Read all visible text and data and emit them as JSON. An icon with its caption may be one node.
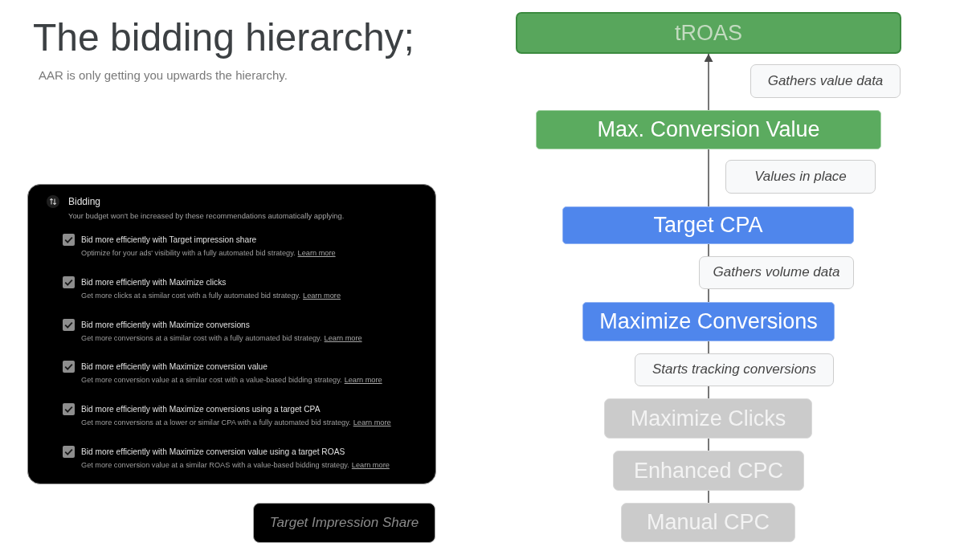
{
  "diagram": {
    "title": "The bidding hierarchy;",
    "nodes": [
      {
        "text": [
          "Bidding",
          "Your budget won't be increased by these recommendations automatically applying.",
          "Bid more efficiently with Target impression share",
          "Optimize for your ads' visibility with a fully automated bid strategy.",
          "Learn more",
          "Bid more efficiently with Maximize clicks",
          "Get more clicks at a similar cost with a fully automated bid strategy.",
          "Learn more",
          "Bid more efficiently with Maximize conversions",
          "Get more conversions at a similar cost with a fully automated bid strategy.",
          "Learn more",
          "Bid more efficiently with Maximize conversion value",
          "Get more conversion value at a similar cost with a value-based bidding strategy.",
          "Learn more",
          "Bid more efficiently with Maximize conversions using a target CPA",
          "Get more conversions at a lower or similar CPA with a fully automated bid strategy.",
          "Learn more",
          "Bid more efficiently with Maximize conversion value using a target ROAS",
          "Get more conversion value at a similar ROAS with a value-based bidding strategy.",
          "Learn more"
        ]
      },
      {
        "text": [
          "Target Impression Share"
        ]
      },
      {
        "text": [
          "tROAS"
        ]
      },
      {
        "text": [
          "Gathers value data"
        ]
      },
      {
        "text": [
          "Max. Conversion Value"
        ]
      },
      {
        "text": [
          "Values in place"
        ]
      },
      {
        "text": [
          "Target CPA"
        ]
      },
      {
        "text": [
          "Gathers volume data"
        ]
      },
      {
        "text": [
          "Maximize Conversions"
        ]
      },
      {
        "text": [
          "Starts tracking conversions"
        ]
      },
      {
        "text": [
          "Maximize Clicks"
        ]
      },
      {
        "text": [
          "Enhanced CPC"
        ]
      },
      {
        "text": [
          "Manual CPC"
        ]
      }
    ],
    "edges": [
      {
        "from": 12,
        "to": 11,
        "arrow": "none"
      },
      {
        "from": 11,
        "to": 10,
        "arrow": "none"
      },
      {
        "from": 10,
        "to": 9,
        "arrow": "none"
      },
      {
        "from": 9,
        "to": 8,
        "arrow": "none"
      },
      {
        "from": 8,
        "to": 7,
        "arrow": "none"
      },
      {
        "from": 7,
        "to": 6,
        "arrow": "none"
      },
      {
        "from": 6,
        "to": 4,
        "arrow": "none"
      },
      {
        "from": 4,
        "to": 2,
        "arrow": "to"
      }
    ],
    "labels": [
      "AAR is only getting you upwards the hierarchy."
    ]
  }
}
